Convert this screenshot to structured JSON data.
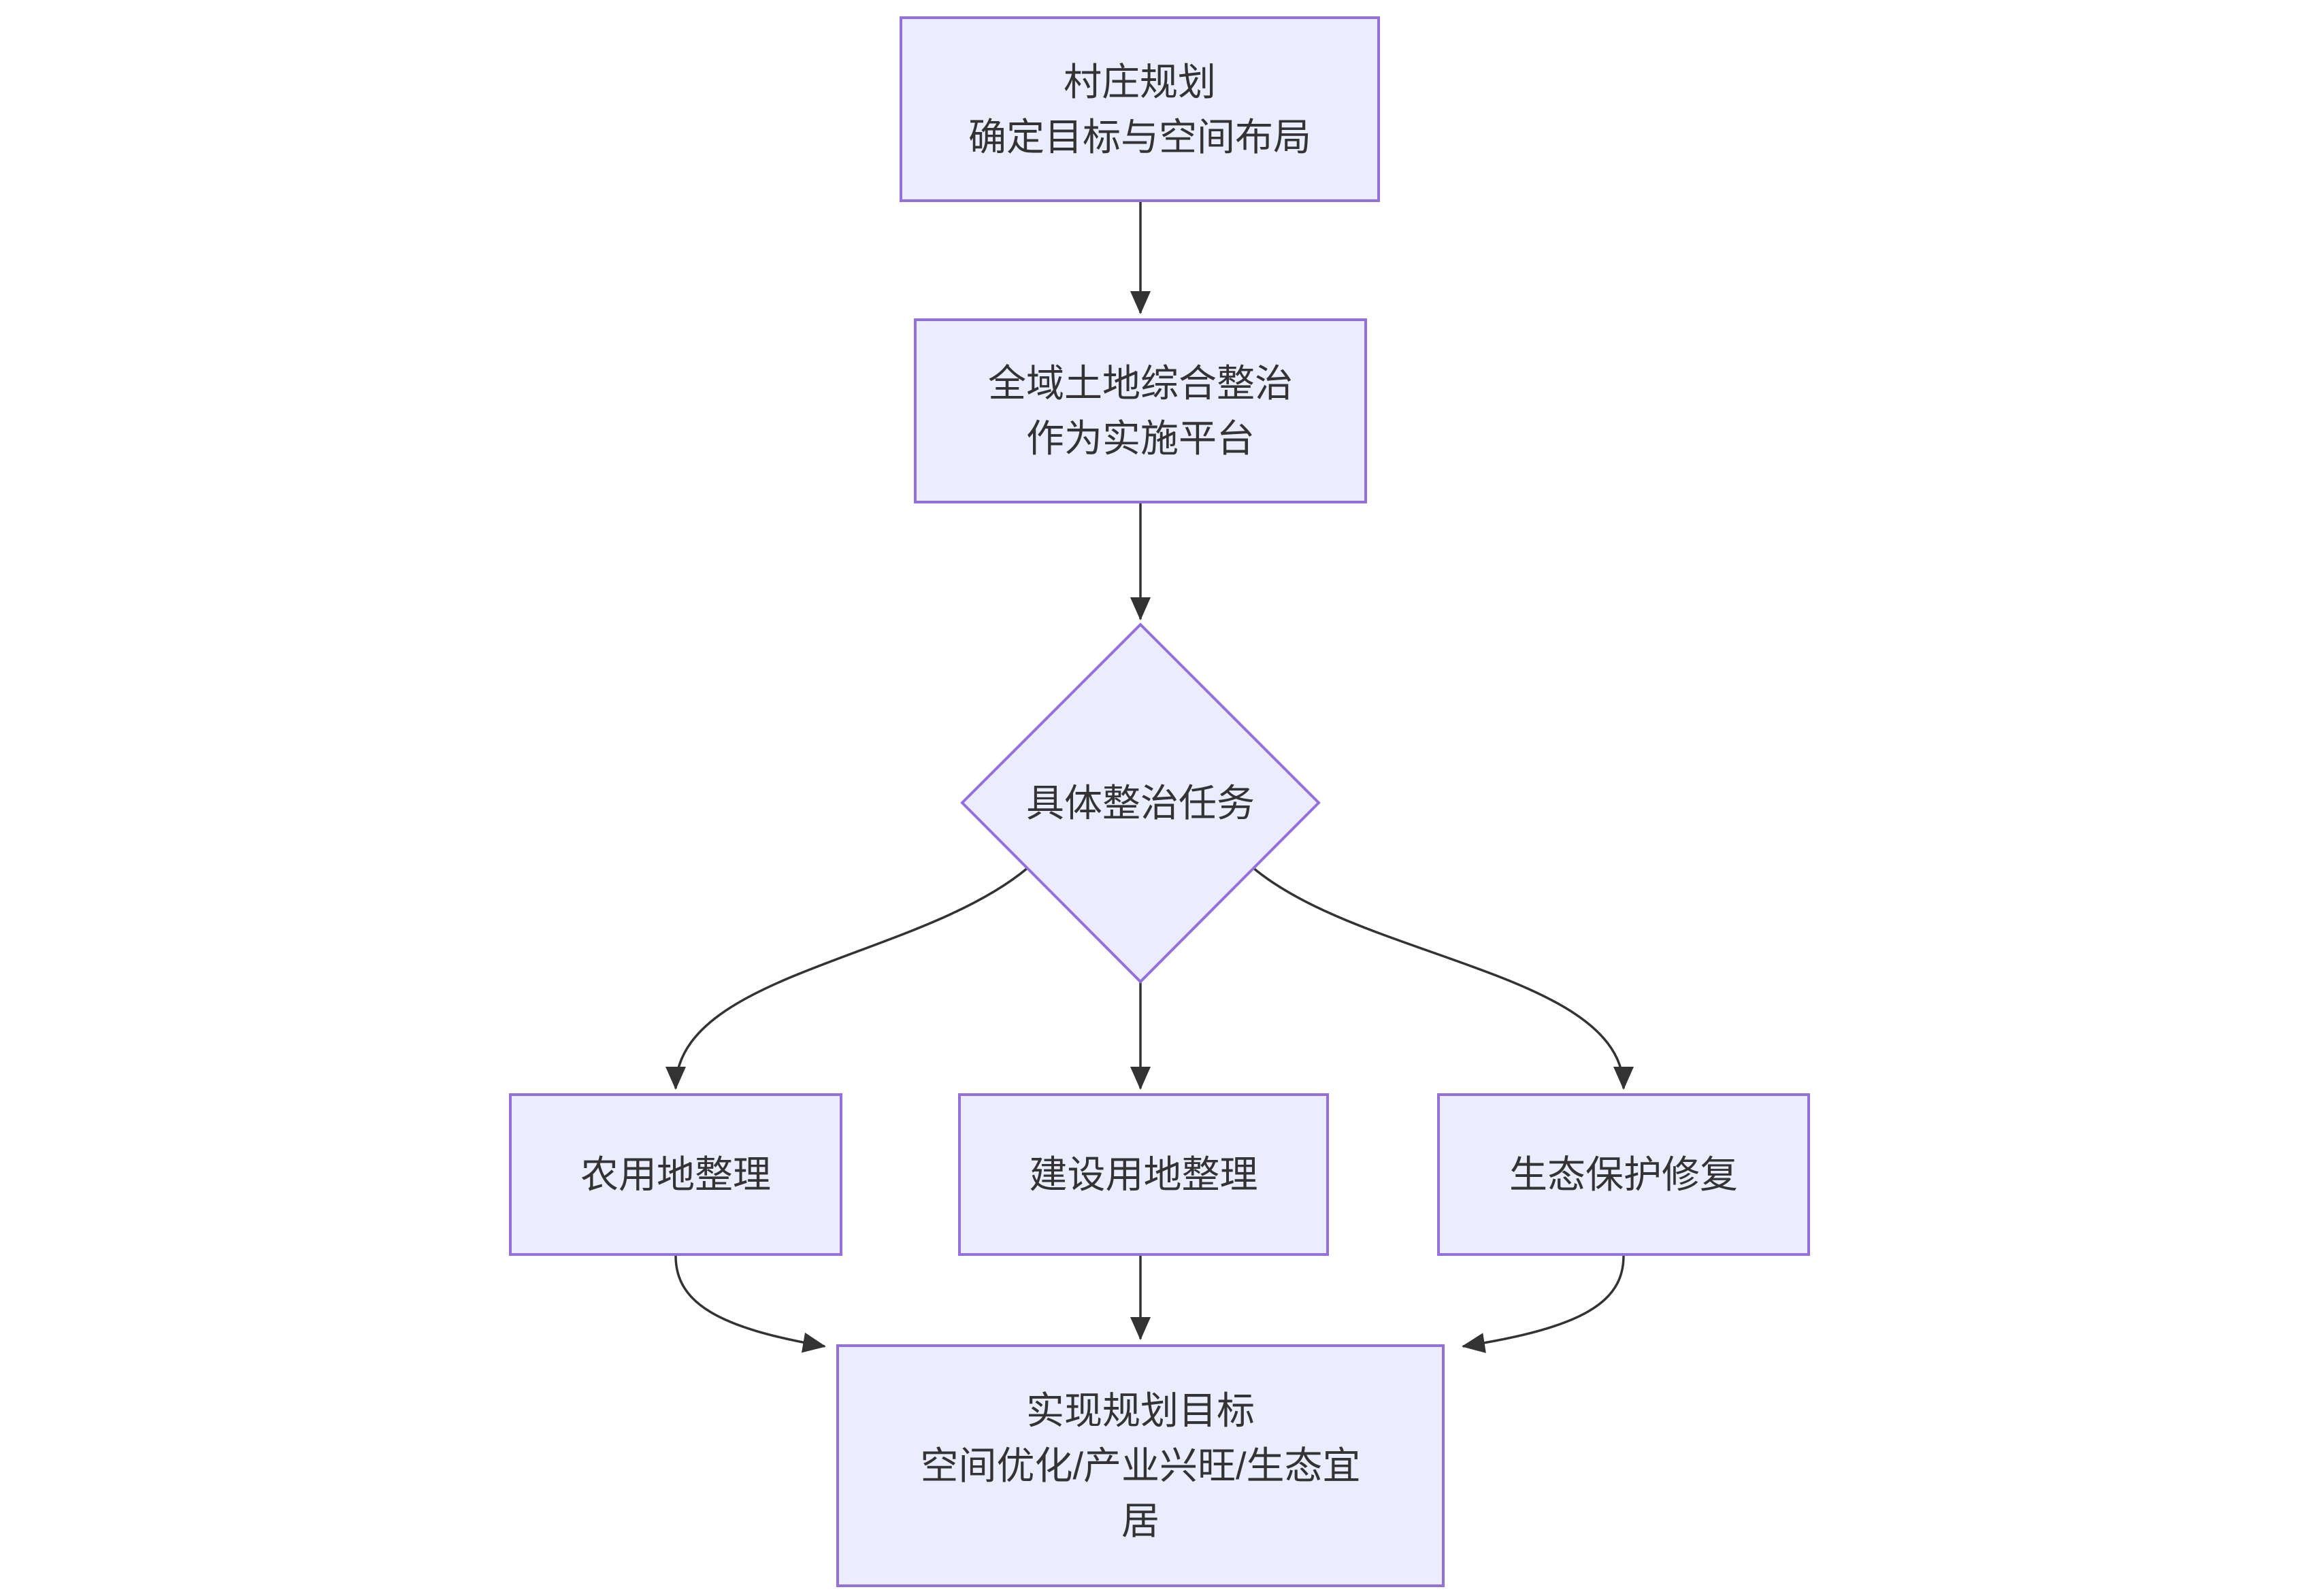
{
  "diagram": {
    "type": "flowchart",
    "direction": "top-down",
    "colors": {
      "background": "#ffffff",
      "node_fill": "#ECECFF",
      "node_border": "#9370DB",
      "edge": "#333333",
      "text": "#333333"
    },
    "nodes": {
      "village_planning": {
        "lines": [
          "村庄规划",
          "确定目标与空间布局"
        ]
      },
      "platform": {
        "lines": [
          "全域土地综合整治",
          "作为实施平台"
        ]
      },
      "decision": {
        "label": "具体整治任务"
      },
      "farmland": {
        "label": "农用地整理"
      },
      "construction_land": {
        "label": "建设用地整理"
      },
      "ecology": {
        "label": "生态保护修复"
      },
      "goal": {
        "lines": [
          "实现规划目标",
          "空间优化/产业兴旺/生态宜",
          "居"
        ]
      }
    },
    "edges": [
      {
        "from": "village_planning",
        "to": "platform"
      },
      {
        "from": "platform",
        "to": "decision"
      },
      {
        "from": "decision",
        "to": "farmland"
      },
      {
        "from": "decision",
        "to": "construction_land"
      },
      {
        "from": "decision",
        "to": "ecology"
      },
      {
        "from": "farmland",
        "to": "goal"
      },
      {
        "from": "construction_land",
        "to": "goal"
      },
      {
        "from": "ecology",
        "to": "goal"
      }
    ]
  }
}
